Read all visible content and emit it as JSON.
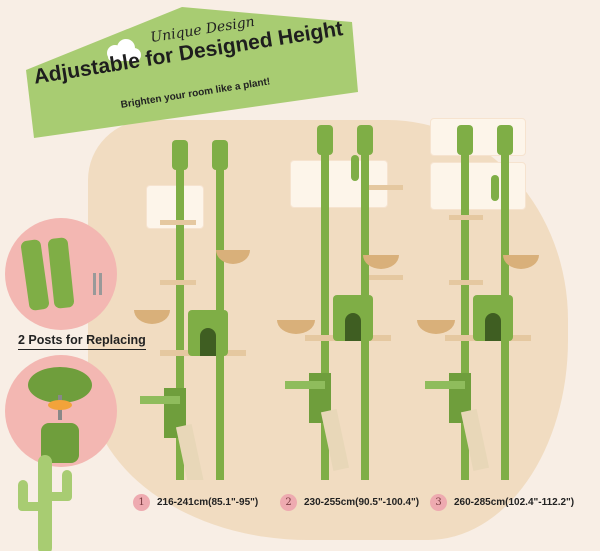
{
  "banner": {
    "tag": "Unique Design",
    "title": "Adjustable for Designed Height",
    "subtitle": "Brighten your room like a plant!"
  },
  "replace": {
    "label": "2 Posts for Replacing"
  },
  "sizes": [
    {
      "num": "1",
      "text": "216-241cm(85.1\"-95\")"
    },
    {
      "num": "2",
      "text": "230-255cm(90.5\"-100.4\")"
    },
    {
      "num": "3",
      "text": "260-285cm(102.4\"-112.2\")"
    }
  ],
  "colors": {
    "green": "#8fbc5c",
    "banner": "#a8cc72",
    "pink": "#f3b7b2",
    "beige": "#f1dcc1",
    "wood": "#e5c8a0"
  }
}
